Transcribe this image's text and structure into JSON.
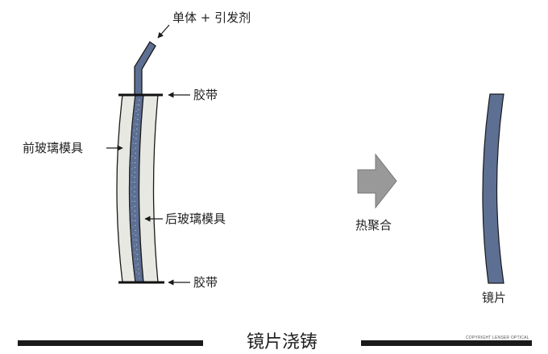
{
  "labels": {
    "monomer": "单体 + 引发剂",
    "gasket_top": "胶带",
    "front_mold": "前玻璃模具",
    "back_mold": "后玻璃模具",
    "gasket_bottom": "胶带",
    "heat_polymerization": "热聚合",
    "lens": "镜片"
  },
  "title": "镜片浇铸",
  "copyright": "COPYRIGHT LENSER OPTICAL",
  "colors": {
    "front_mold": "#e8e8e2",
    "monomer_fill": "#5d6f93",
    "lens_fill": "#5d6f93",
    "process_arrow": "#999999",
    "line": "#1a1a1a"
  }
}
